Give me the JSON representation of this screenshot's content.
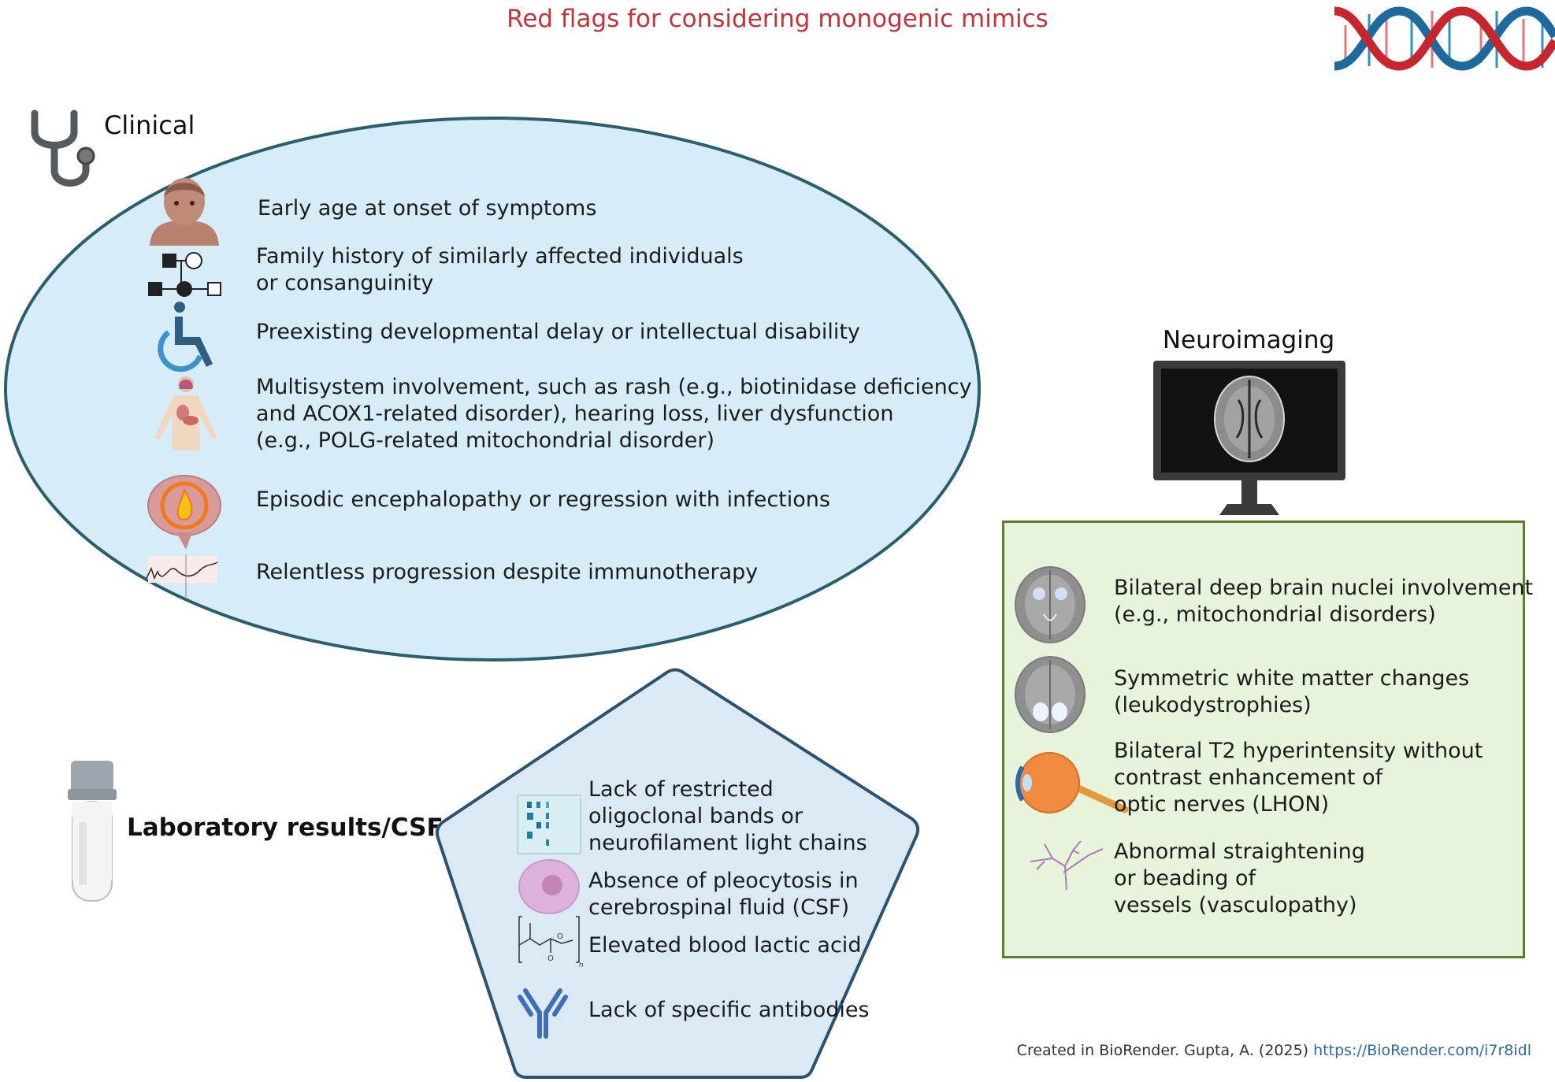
{
  "title": "Red flags for considering monogenic mimics",
  "clinical": {
    "heading": "Clinical",
    "items": [
      {
        "icon": "infant-icon",
        "lines": [
          "Early age at onset of symptoms"
        ]
      },
      {
        "icon": "pedigree-icon",
        "lines": [
          "Family history of similarly affected individuals",
          "or consanguinity"
        ]
      },
      {
        "icon": "wheelchair-icon",
        "lines": [
          "Preexisting developmental delay or intellectual disability"
        ]
      },
      {
        "icon": "body-organs-icon",
        "lines": [
          "Multisystem involvement, such as rash (e.g., biotinidase deficiency",
          "and  ACOX1-related disorder), hearing loss, liver dysfunction",
          "(e.g., POLG-related mitochondrial disorder)"
        ]
      },
      {
        "icon": "brain-inflammation-icon",
        "lines": [
          "Episodic encephalopathy or regression with infections"
        ]
      },
      {
        "icon": "eeg-trace-icon",
        "lines": [
          "Relentless progression despite immunotherapy"
        ]
      }
    ]
  },
  "laboratory": {
    "heading": "Laboratory results/CSF",
    "items": [
      {
        "icon": "gel-bands-icon",
        "lines": [
          "Lack of restricted",
          "oligoclonal bands or",
          "neurofilament light chains"
        ]
      },
      {
        "icon": "cell-icon",
        "lines": [
          "Absence of pleocytosis in",
          "cerebrospinal fluid (CSF)"
        ]
      },
      {
        "icon": "lactic-acid-structure-icon",
        "lines": [
          "Elevated blood lactic acid"
        ]
      },
      {
        "icon": "antibody-icon",
        "lines": [
          "Lack of specific antibodies"
        ]
      }
    ]
  },
  "neuroimaging": {
    "heading": "Neuroimaging",
    "items": [
      {
        "icon": "brain-mri-nuclei-icon",
        "lines": [
          "Bilateral deep brain nuclei involvement",
          "(e.g., mitochondrial disorders)"
        ]
      },
      {
        "icon": "brain-mri-white-matter-icon",
        "lines": [
          "Symmetric white matter changes",
          "(leukodystrophies)"
        ]
      },
      {
        "icon": "eye-optic-nerve-icon",
        "lines": [
          "Bilateral T2 hyperintensity without",
          "contrast enhancement of",
          "optic nerves (LHON)"
        ]
      },
      {
        "icon": "vessels-icon",
        "lines": [
          "Abnormal straightening",
          "or beading of",
          "vessels (vasculopathy)"
        ]
      }
    ]
  },
  "footer": {
    "credit": "Created in BioRender. Gupta, A. (2025) ",
    "link": "https://BioRender.com/i7r8idl"
  },
  "colors": {
    "title": "#c0343a",
    "ellipse_fill": "#d6ecf6",
    "ellipse_stroke": "#2b5f6e",
    "pentagon_fill": "#dbe9f5",
    "pentagon_stroke": "#2b5370",
    "green_box_fill": "#e7f3da",
    "green_box_stroke": "#5b7f32",
    "dna_red": "#c8262d",
    "dna_blue": "#1e6a9e"
  }
}
